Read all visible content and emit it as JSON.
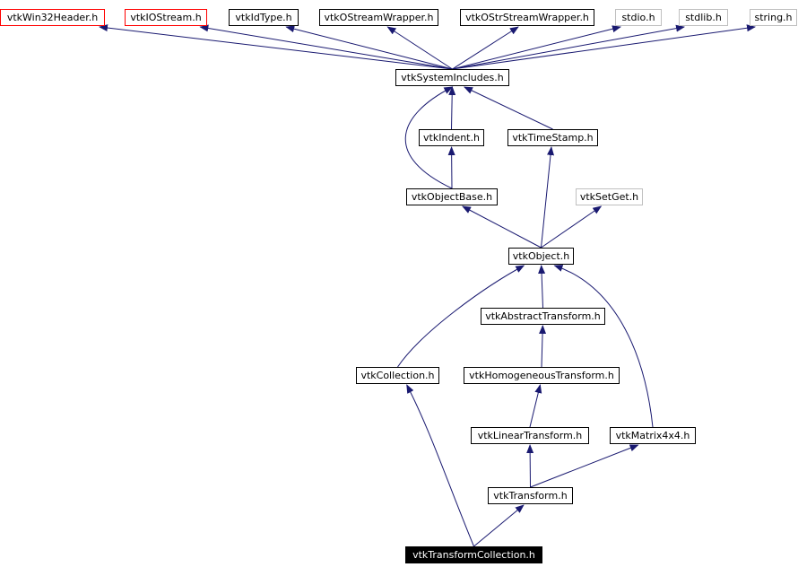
{
  "colors": {
    "edge": "#191970",
    "node_border": "#000000",
    "missing_border": "#ff0000",
    "external_border": "#bfbfbf",
    "focus_fill": "#000000",
    "focus_text": "#ffffff"
  },
  "nodes": {
    "vtkWin32Header": {
      "label": "vtkWin32Header.h"
    },
    "vtkIOStream": {
      "label": "vtkIOStream.h"
    },
    "vtkIdType": {
      "label": "vtkIdType.h"
    },
    "vtkOStreamWrapper": {
      "label": "vtkOStreamWrapper.h"
    },
    "vtkOStrStreamWrapper": {
      "label": "vtkOStrStreamWrapper.h"
    },
    "stdio": {
      "label": "stdio.h"
    },
    "stdlib": {
      "label": "stdlib.h"
    },
    "string": {
      "label": "string.h"
    },
    "vtkSystemIncludes": {
      "label": "vtkSystemIncludes.h"
    },
    "vtkIndent": {
      "label": "vtkIndent.h"
    },
    "vtkTimeStamp": {
      "label": "vtkTimeStamp.h"
    },
    "vtkObjectBase": {
      "label": "vtkObjectBase.h"
    },
    "vtkSetGet": {
      "label": "vtkSetGet.h"
    },
    "vtkObject": {
      "label": "vtkObject.h"
    },
    "vtkAbstractTransform": {
      "label": "vtkAbstractTransform.h"
    },
    "vtkCollection": {
      "label": "vtkCollection.h"
    },
    "vtkHomogeneousTransform": {
      "label": "vtkHomogeneousTransform.h"
    },
    "vtkLinearTransform": {
      "label": "vtkLinearTransform.h"
    },
    "vtkMatrix4x4": {
      "label": "vtkMatrix4x4.h"
    },
    "vtkTransform": {
      "label": "vtkTransform.h"
    },
    "vtkTransformCollection": {
      "label": "vtkTransformCollection.h"
    }
  },
  "edges": [
    {
      "from": "vtkSystemIncludes",
      "to": "vtkWin32Header"
    },
    {
      "from": "vtkSystemIncludes",
      "to": "vtkIOStream"
    },
    {
      "from": "vtkSystemIncludes",
      "to": "vtkIdType"
    },
    {
      "from": "vtkSystemIncludes",
      "to": "vtkOStreamWrapper"
    },
    {
      "from": "vtkSystemIncludes",
      "to": "vtkOStrStreamWrapper"
    },
    {
      "from": "vtkSystemIncludes",
      "to": "stdio"
    },
    {
      "from": "vtkSystemIncludes",
      "to": "stdlib"
    },
    {
      "from": "vtkSystemIncludes",
      "to": "string"
    },
    {
      "from": "vtkIndent",
      "to": "vtkSystemIncludes"
    },
    {
      "from": "vtkTimeStamp",
      "to": "vtkSystemIncludes"
    },
    {
      "from": "vtkObjectBase",
      "to": "vtkSystemIncludes"
    },
    {
      "from": "vtkObjectBase",
      "to": "vtkIndent"
    },
    {
      "from": "vtkObject",
      "to": "vtkObjectBase"
    },
    {
      "from": "vtkObject",
      "to": "vtkSetGet"
    },
    {
      "from": "vtkObject",
      "to": "vtkTimeStamp"
    },
    {
      "from": "vtkAbstractTransform",
      "to": "vtkObject"
    },
    {
      "from": "vtkCollection",
      "to": "vtkObject"
    },
    {
      "from": "vtkMatrix4x4",
      "to": "vtkObject"
    },
    {
      "from": "vtkHomogeneousTransform",
      "to": "vtkAbstractTransform"
    },
    {
      "from": "vtkLinearTransform",
      "to": "vtkHomogeneousTransform"
    },
    {
      "from": "vtkTransform",
      "to": "vtkLinearTransform"
    },
    {
      "from": "vtkTransform",
      "to": "vtkMatrix4x4"
    },
    {
      "from": "vtkTransformCollection",
      "to": "vtkCollection"
    },
    {
      "from": "vtkTransformCollection",
      "to": "vtkTransform"
    }
  ]
}
